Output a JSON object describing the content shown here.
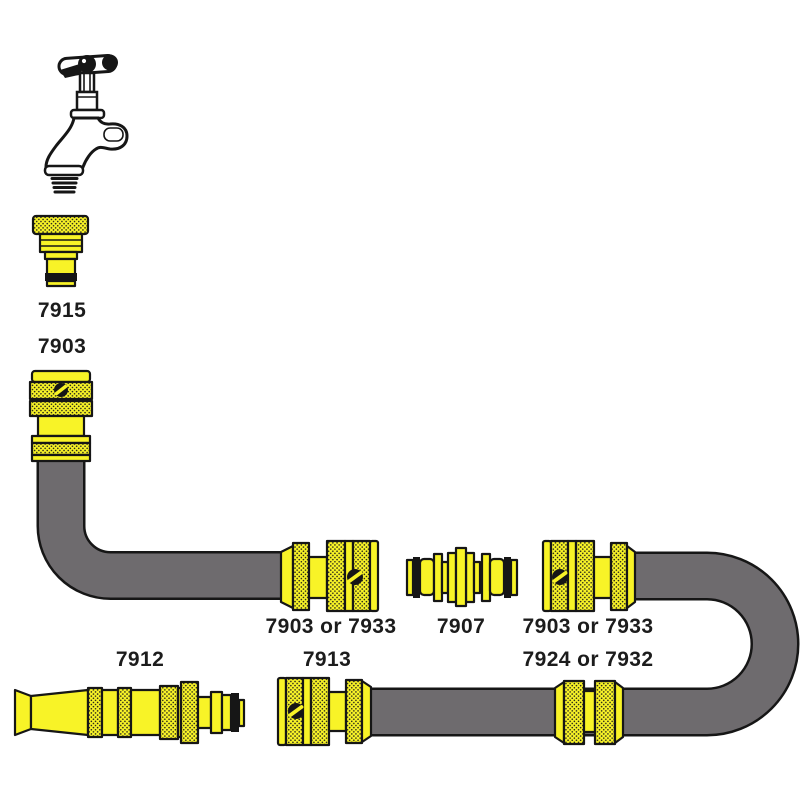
{
  "colors": {
    "background": "#ffffff",
    "fitting_yellow": "#f8f327",
    "hose_gray": "#6e6b6e",
    "outline": "#161616",
    "text": "#1c1c1c"
  },
  "parts": {
    "tap_connector_label": "7915",
    "hose_connector_top_label": "7903",
    "female_connector_left_label": "7903 or 7933",
    "double_male_coupler_label": "7907",
    "female_connector_right_label": "7903 or 7933",
    "hose_joiner_label": "7924 or 7932",
    "nozzle_label": "7912",
    "hose_connector_bottom_label": "7913"
  }
}
